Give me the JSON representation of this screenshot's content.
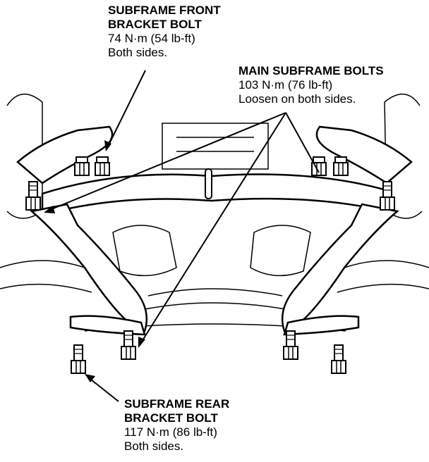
{
  "callouts": {
    "front_bracket": {
      "title_line1": "SUBFRAME FRONT",
      "title_line2": "BRACKET BOLT",
      "torque": "74 N·m (54 lb-ft)",
      "note": "Both sides."
    },
    "main_bolts": {
      "title": "MAIN SUBFRAME BOLTS",
      "torque": "103 N·m (76 lb-ft)",
      "note": "Loosen on both sides."
    },
    "rear_bracket": {
      "title_line1": "SUBFRAME REAR",
      "title_line2": "BRACKET BOLT",
      "torque": "117 N·m (86 lb-ft)",
      "note": "Both sides."
    }
  },
  "colors": {
    "ink": "#000000",
    "paper": "#ffffff"
  }
}
